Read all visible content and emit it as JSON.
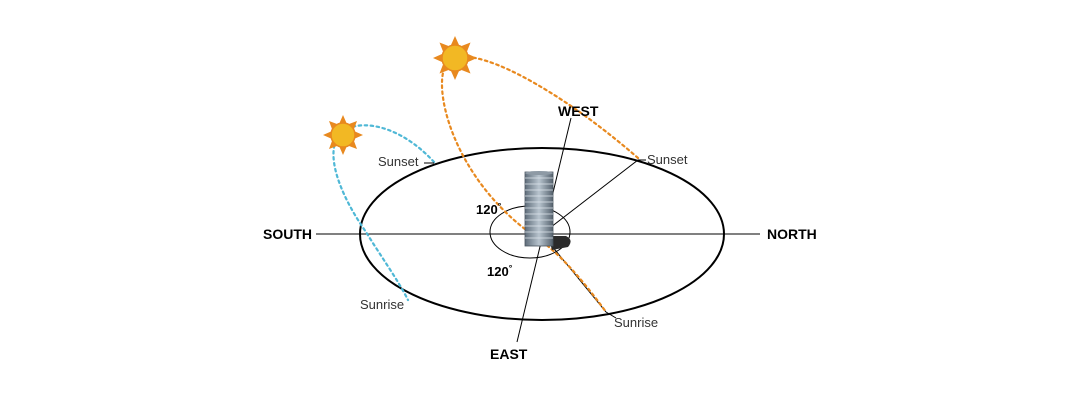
{
  "directions": {
    "south": "SOUTH",
    "north": "NORTH",
    "east": "EAST",
    "west": "WEST"
  },
  "summer_path": {
    "sunset": "Sunset",
    "sunrise": "Sunrise",
    "color": "#e8891f"
  },
  "winter_path": {
    "sunset": "Sunset",
    "sunrise": "Sunrise",
    "color": "#4fb8d6"
  },
  "angles": {
    "upper": "120",
    "lower": "120",
    "unit": "°"
  },
  "colors": {
    "sun": "#f2b824",
    "sun_ray": "#e8891f",
    "ellipse": "#000000",
    "building": "#7d8a96"
  },
  "icons": {
    "sun": "sun-icon",
    "building": "building-icon"
  }
}
